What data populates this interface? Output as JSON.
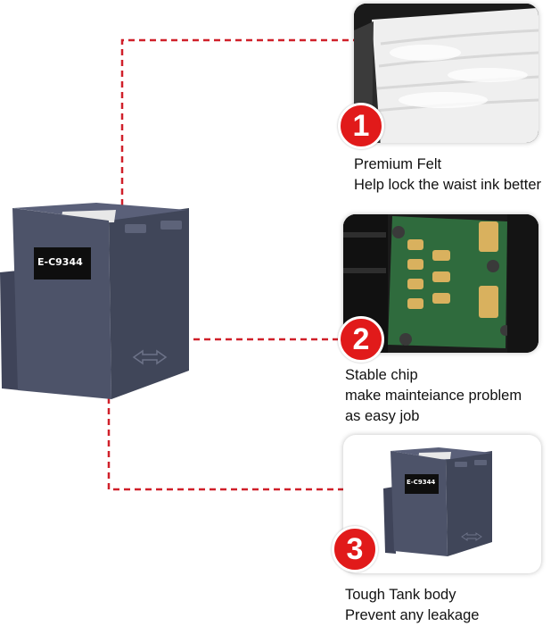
{
  "colors": {
    "accent_red": "#e11a1a",
    "connector_red": "#d0202a",
    "box_body": "#4b5168",
    "text": "#111111"
  },
  "product": {
    "label": "E-C9344",
    "label_small": "E-C9344"
  },
  "features": [
    {
      "number": "1",
      "lines": [
        "Premium Felt",
        "Help lock the waist ink better"
      ]
    },
    {
      "number": "2",
      "lines": [
        "Stable chip",
        "make mainteiance problem",
        "as easy job"
      ]
    },
    {
      "number": "3",
      "lines": [
        "Tough Tank body",
        "Prevent any leakage"
      ]
    }
  ],
  "icons": {
    "arrow_emboss": "double-arrow-icon"
  }
}
